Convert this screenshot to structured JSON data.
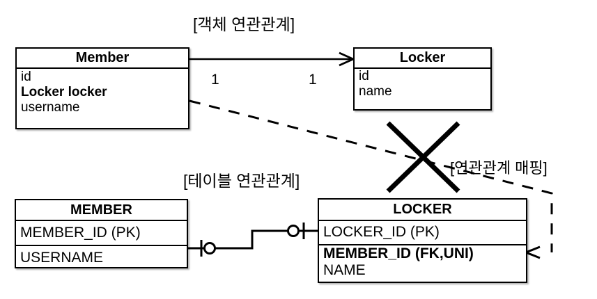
{
  "diagram": {
    "title_object_relation": "[객체 연관관계]",
    "title_table_relation": "[테이블 연관관계]",
    "title_mapping": "[연관관계 매핑]",
    "multiplicity_source": "1",
    "multiplicity_target": "1"
  },
  "object_model": {
    "member": {
      "name": "Member",
      "attributes": [
        {
          "text": "id",
          "bold": false
        },
        {
          "text": "Locker locker",
          "bold": true
        },
        {
          "text": "username",
          "bold": false
        }
      ]
    },
    "locker": {
      "name": "Locker",
      "attributes": [
        {
          "text": "id",
          "bold": false
        },
        {
          "text": "name",
          "bold": false
        }
      ]
    }
  },
  "table_model": {
    "member_table": {
      "name": "MEMBER",
      "rows": [
        {
          "text": "MEMBER_ID (PK)",
          "bold": false
        },
        {
          "text": "USERNAME",
          "bold": false
        }
      ]
    },
    "locker_table": {
      "name": "LOCKER",
      "rows": [
        {
          "text": "LOCKER_ID (PK)",
          "bold": false
        },
        {
          "text": "MEMBER_ID (FK,UNI)",
          "bold": true
        },
        {
          "text": "NAME",
          "bold": false
        }
      ]
    }
  },
  "connectors": {
    "object_association_label": "association-arrow-member-to-locker",
    "table_association_label": "crowsfoot-zero-or-one-both-ends",
    "mapping_label": "dashed-mapping-member-locker-to-fk",
    "crossed_out_label": "x-cross-mark"
  },
  "colors": {
    "stroke": "#000000",
    "background": "#ffffff",
    "shadow": "rgba(0,0,0,0.30)"
  }
}
